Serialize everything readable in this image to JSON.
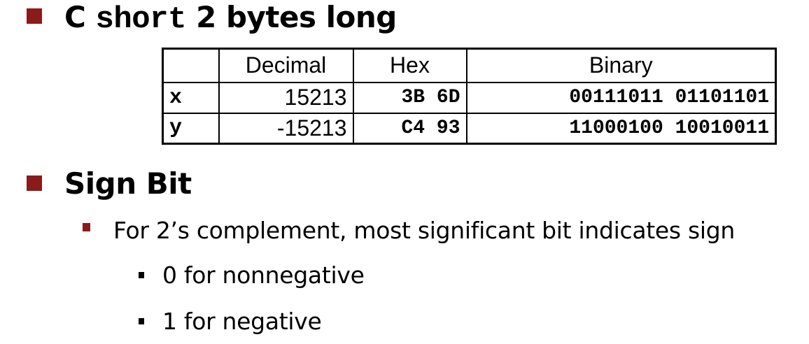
{
  "colors": {
    "bullet_primary": "#8b1a1a",
    "bullet_tertiary": "#000000",
    "text": "#000000",
    "background": "#ffffff"
  },
  "heading1": {
    "prefix": "C ",
    "code": "short",
    "suffix": " 2 bytes long"
  },
  "table": {
    "headers": [
      "",
      "Decimal",
      "Hex",
      "Binary"
    ],
    "rows": [
      {
        "name": "x",
        "decimal": "15213",
        "hex": "3B 6D",
        "binary": "00111011 01101101"
      },
      {
        "name": "y",
        "decimal": "-15213",
        "hex": "C4 93",
        "binary": "11000100 10010011"
      }
    ]
  },
  "heading2": "Sign Bit",
  "point": "For 2’s complement, most significant bit indicates sign",
  "subpoints": [
    "0 for nonnegative",
    "1 for negative"
  ]
}
